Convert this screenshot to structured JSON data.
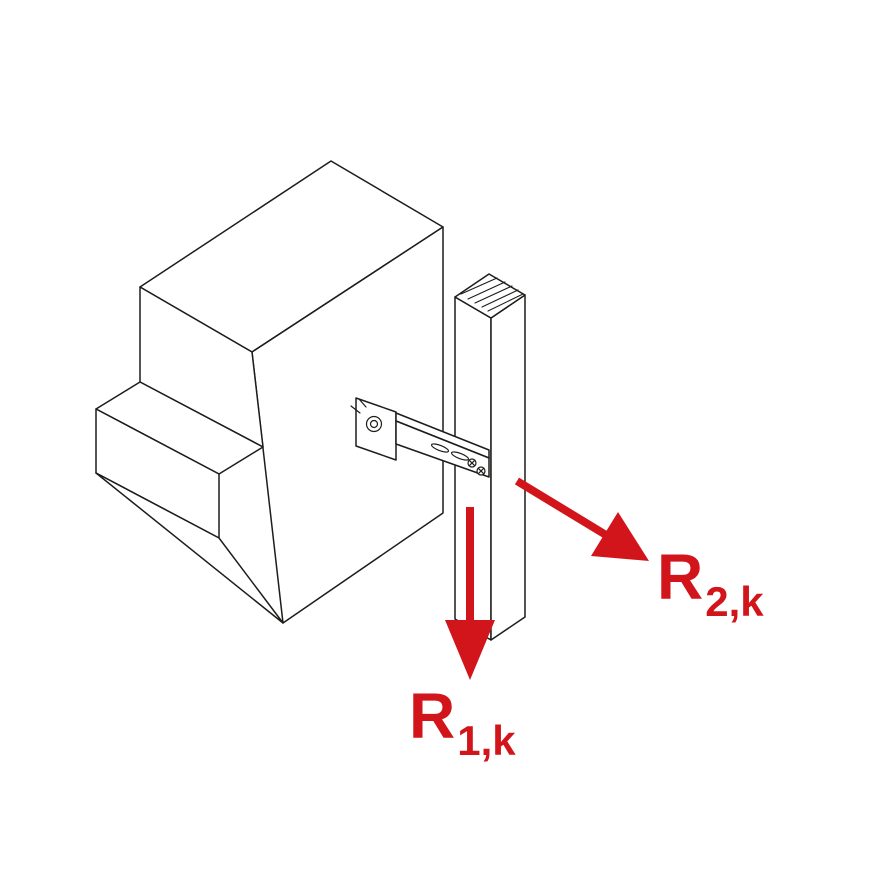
{
  "colors": {
    "force_red": "#d2151b",
    "line": "#1d1d1b",
    "background": "#ffffff"
  },
  "labels": {
    "r1": {
      "symbol": "R",
      "subscript": "1,k"
    },
    "r2": {
      "symbol": "R",
      "subscript": "2,k"
    }
  }
}
